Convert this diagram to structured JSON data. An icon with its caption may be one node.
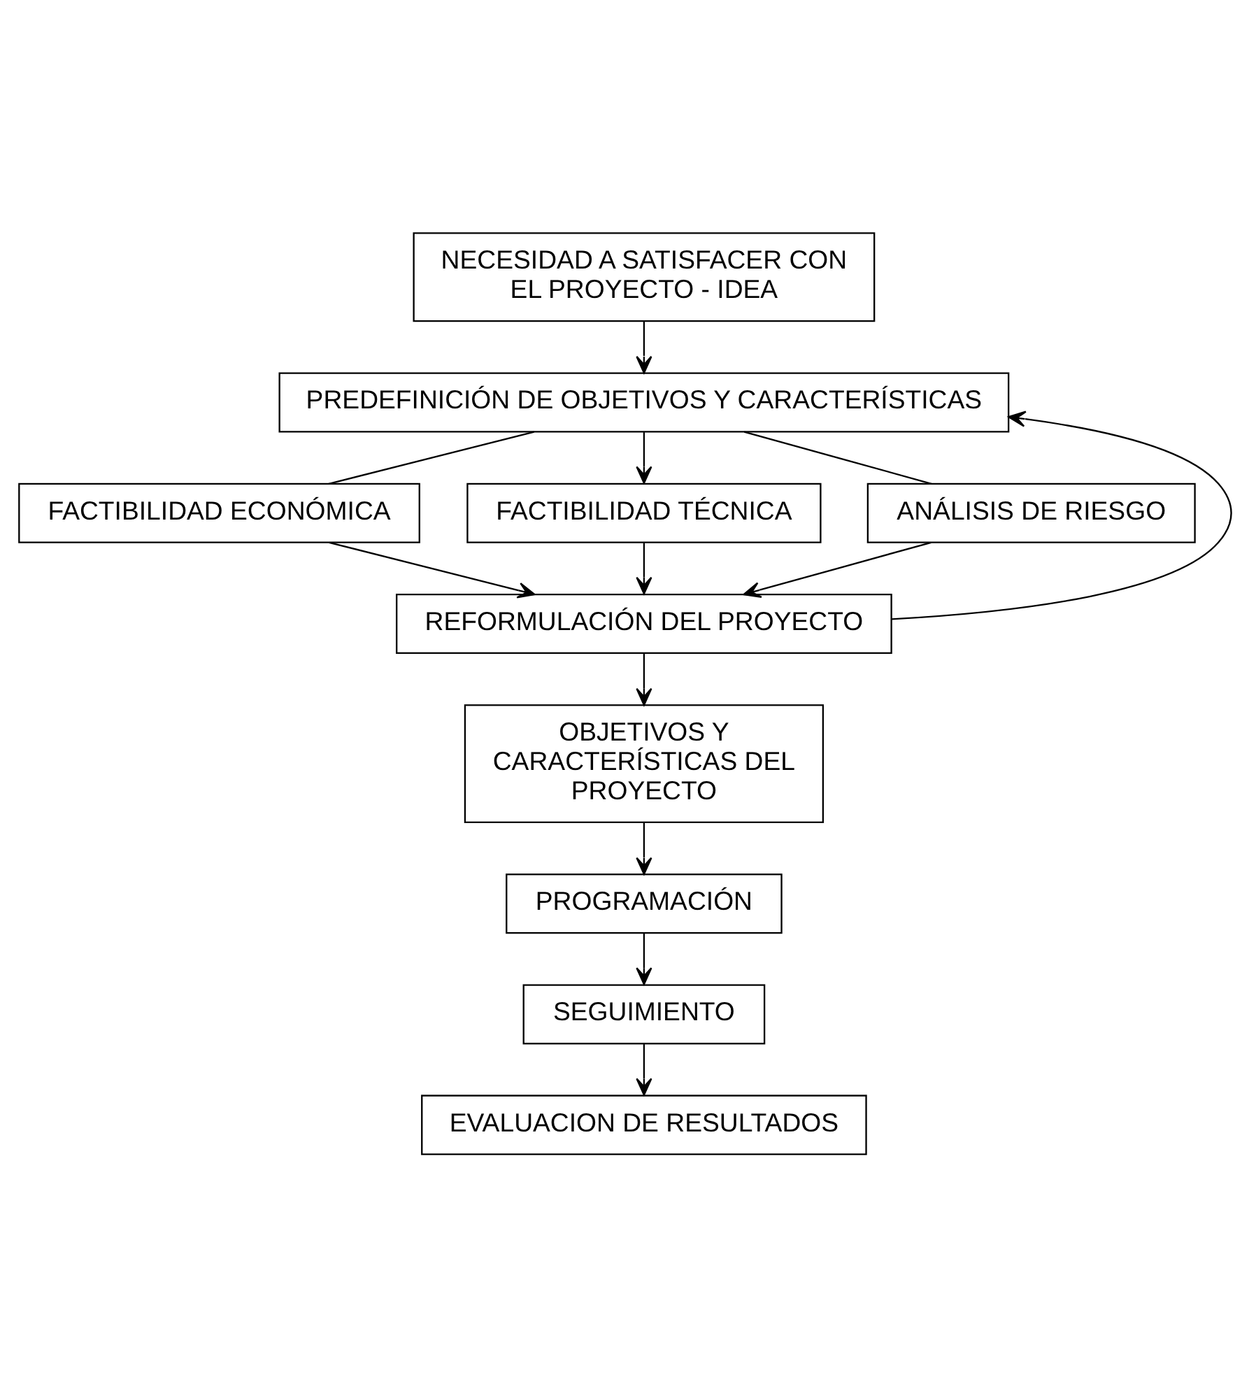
{
  "diagram": {
    "nodes": [
      {
        "text": [
          "NECESIDAD A SATISFACER CON EL PROYECTO - IDEA"
        ]
      },
      {
        "text": [
          "PREDEFINICIÓN DE OBJETIVOS Y CARACTERÍSTICAS"
        ]
      },
      {
        "text": [
          "FACTIBILIDAD ECONÓMICA"
        ]
      },
      {
        "text": [
          "FACTIBILIDAD TÉCNICA"
        ]
      },
      {
        "text": [
          "ANÁLISIS DE RIESGO"
        ]
      },
      {
        "text": [
          "REFORMULACIÓN DEL PROYECTO"
        ]
      },
      {
        "text": [
          "OBJETIVOS Y CARACTERÍSTICAS DEL PROYECTO"
        ]
      },
      {
        "text": [
          "PROGRAMACIÓN"
        ]
      },
      {
        "text": [
          "SEGUIMIENTO"
        ]
      },
      {
        "text": [
          "EVALUACION DE RESULTADOS"
        ]
      }
    ],
    "edges": [
      {
        "from": 0,
        "to": 1,
        "arrow": "to"
      },
      {
        "from": 1,
        "to": 2,
        "arrow": "none"
      },
      {
        "from": 1,
        "to": 3,
        "arrow": "to"
      },
      {
        "from": 1,
        "to": 4,
        "arrow": "none"
      },
      {
        "from": 2,
        "to": 5,
        "arrow": "to"
      },
      {
        "from": 3,
        "to": 5,
        "arrow": "to"
      },
      {
        "from": 4,
        "to": 5,
        "arrow": "to"
      },
      {
        "from": 5,
        "to": 1,
        "arrow": "to"
      },
      {
        "from": 5,
        "to": 6,
        "arrow": "to"
      },
      {
        "from": 6,
        "to": 7,
        "arrow": "to"
      },
      {
        "from": 7,
        "to": 8,
        "arrow": "to"
      },
      {
        "from": 8,
        "to": 9,
        "arrow": "to"
      }
    ]
  }
}
